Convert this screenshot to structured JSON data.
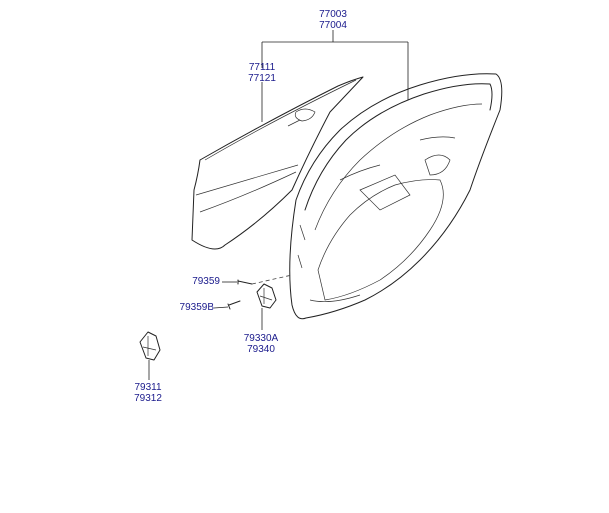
{
  "parts": {
    "door_assembly": [
      "77003",
      "77004"
    ],
    "outer_panel": [
      "77111",
      "77121"
    ],
    "bolt": [
      "79359"
    ],
    "bolt_b": [
      "79359B"
    ],
    "upper_hinge": [
      "79330A",
      "79340"
    ],
    "lower_hinge": [
      "79311",
      "79312"
    ]
  },
  "colors": {
    "label": "#1a1a8c",
    "line": "#222222",
    "background": "#ffffff"
  }
}
